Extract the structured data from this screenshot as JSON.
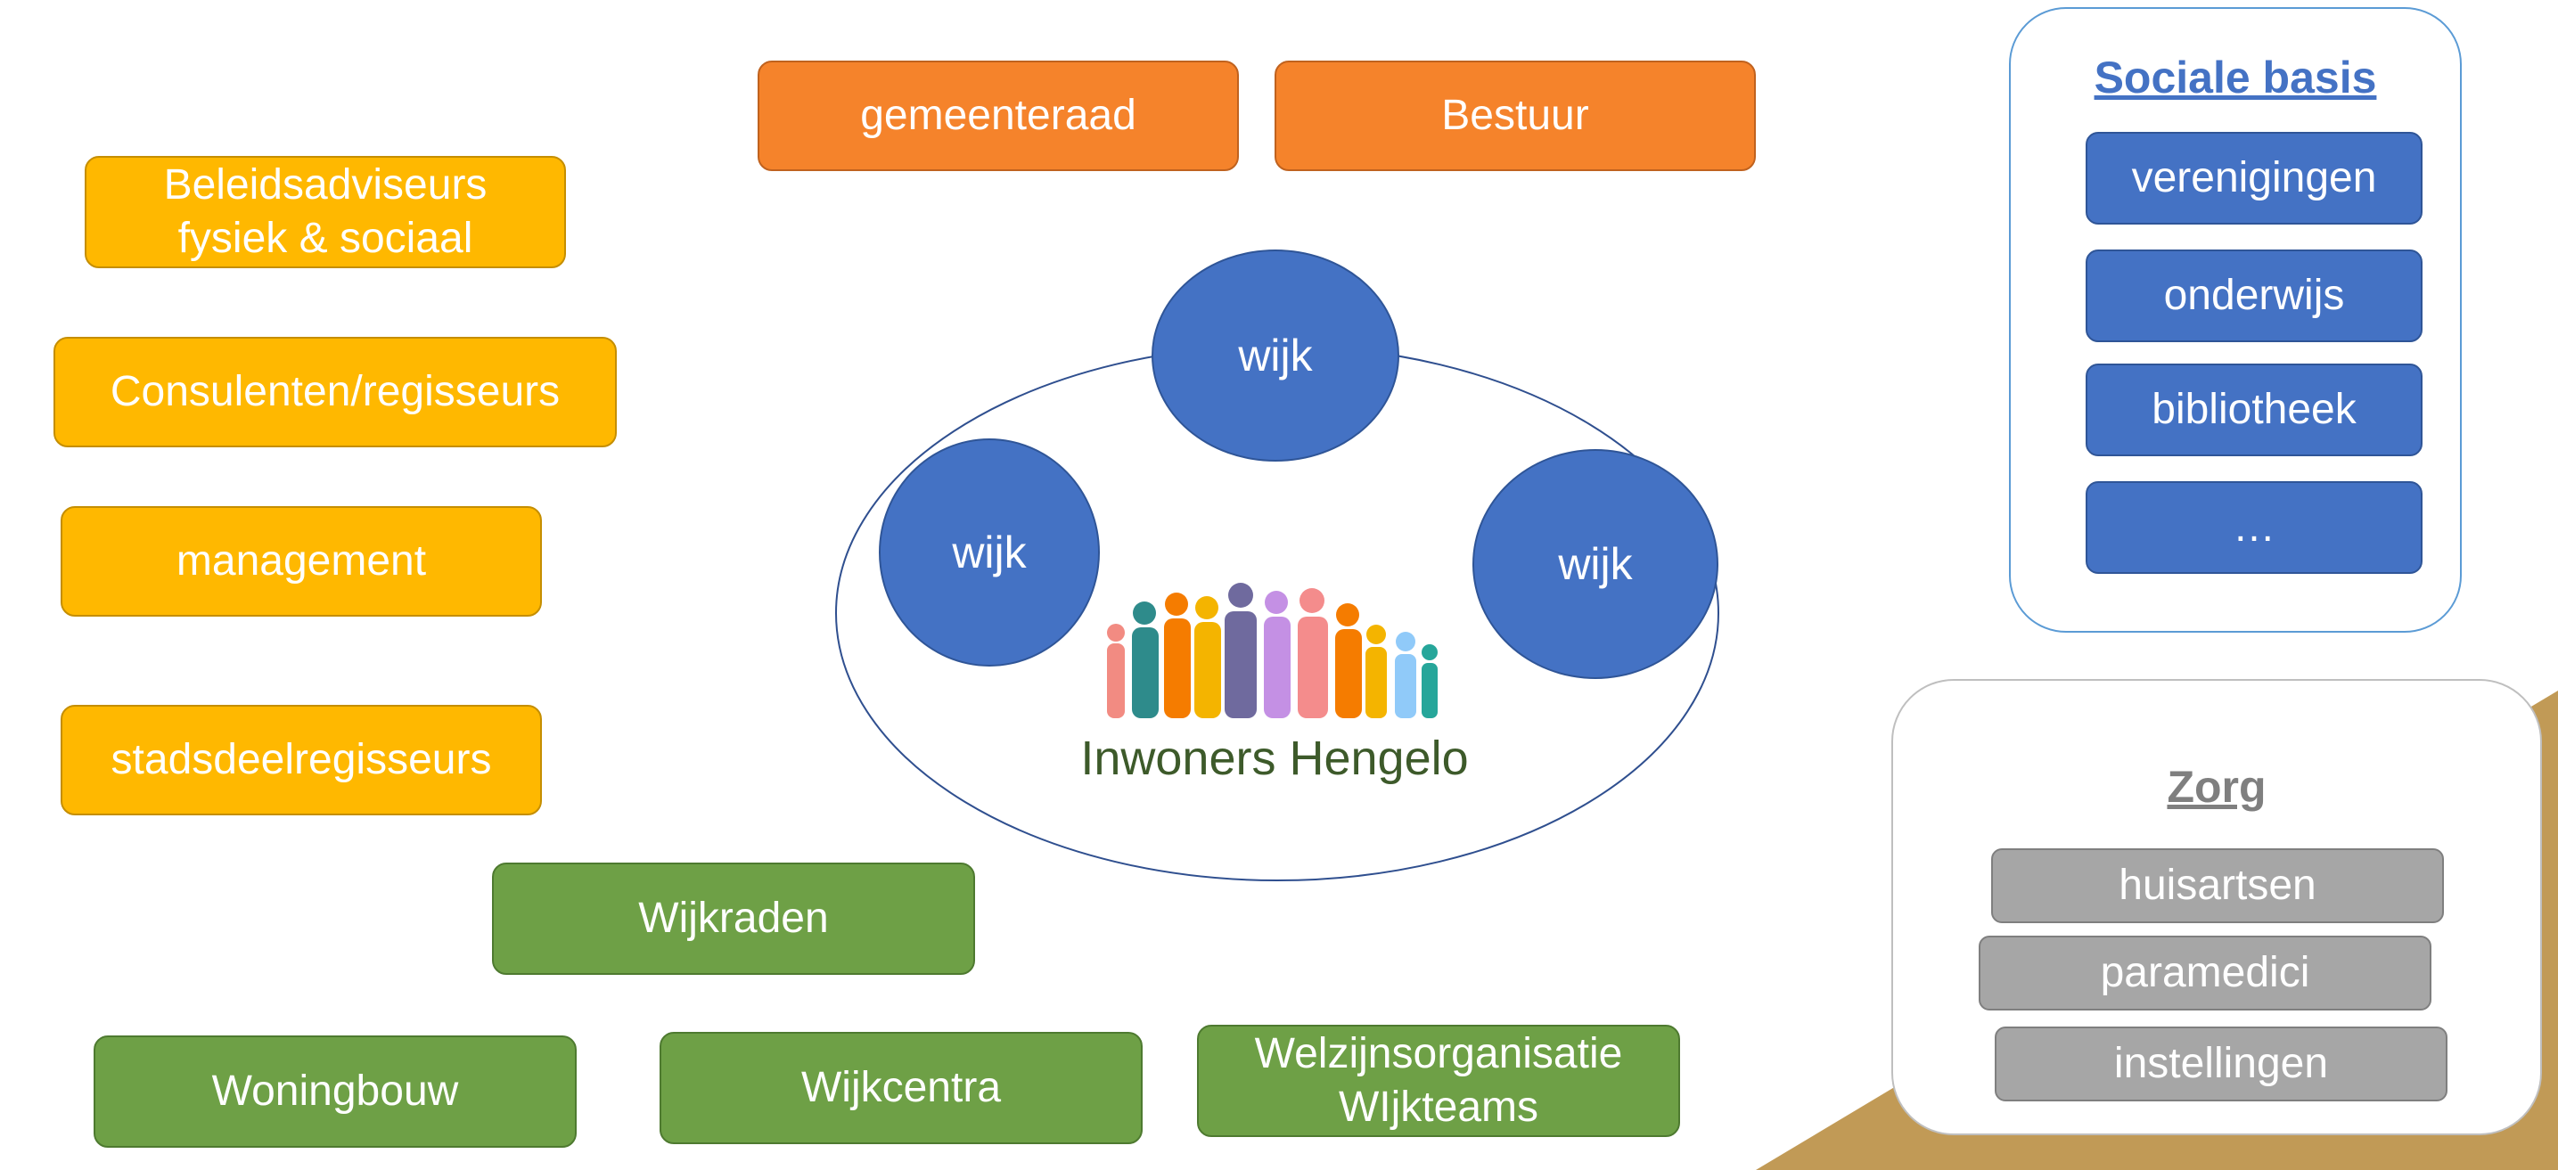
{
  "colors": {
    "orange": "#F5832B",
    "yellow": "#FFB800",
    "green": "#6EA046",
    "blue": "#4472C4",
    "grey": "#A6A6A6",
    "gold_corner": "#C19A56",
    "title_blue": "#4472C4",
    "title_grey": "#7F7F7F",
    "center_text": "#3D5A2A"
  },
  "top": {
    "gemeenteraad": "gemeenteraad",
    "bestuur": "Bestuur"
  },
  "left": {
    "beleidsadviseurs": "Beleidsadviseurs\nfysiek & sociaal",
    "consulenten": "Consulenten/regisseurs",
    "management": "management",
    "stadsdeelregisseurs": "stadsdeelregisseurs"
  },
  "bottom": {
    "wijkraden": "Wijkraden",
    "woningbouw": "Woningbouw",
    "wijkcentra": "Wijkcentra",
    "welzijn": "Welzijnsorganisatie\nWIjkteams"
  },
  "center": {
    "wijk_top": "wijk",
    "wijk_left": "wijk",
    "wijk_right": "wijk",
    "label": "Inwoners Hengelo",
    "people_icon": "crowd-icon"
  },
  "sociale_basis": {
    "title": "Sociale basis",
    "items": [
      "verenigingen",
      "onderwijs",
      "bibliotheek",
      "…"
    ]
  },
  "zorg": {
    "title": "Zorg",
    "items": [
      "huisartsen",
      "paramedici",
      "instellingen"
    ]
  }
}
